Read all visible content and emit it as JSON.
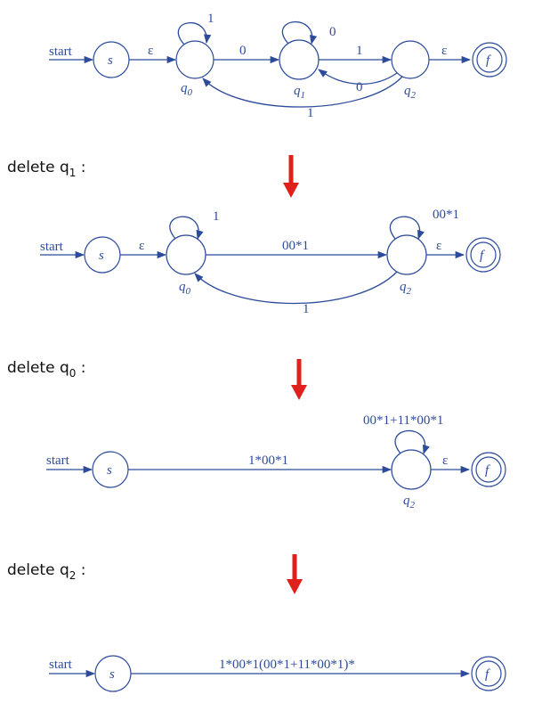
{
  "colors": {
    "diagram": "#2c4b9b",
    "arrow": "#e0201b",
    "text": "#111111"
  },
  "labels": {
    "start": "start",
    "s": "s",
    "f": "f",
    "eps": "ε",
    "q0": "q",
    "q0_sub": "0",
    "q1": "q",
    "q1_sub": "1",
    "q2": "q",
    "q2_sub": "2",
    "zero": "0",
    "one": "1"
  },
  "steps": {
    "delete_q1": {
      "text": "delete q",
      "sub": "1",
      "colon": " :"
    },
    "delete_q0": {
      "text": "delete q",
      "sub": "0",
      "colon": " :"
    },
    "delete_q2": {
      "text": "delete q",
      "sub": "2",
      "colon": " :"
    }
  },
  "diagram2": {
    "expr_001": "00*1",
    "expr_001_loop": "00*1"
  },
  "diagram3": {
    "expr_forward": "1*00*1",
    "expr_loop": "00*1+11*00*1"
  },
  "diagram4": {
    "expr_final": "1*00*1(00*1+11*00*1)*"
  }
}
